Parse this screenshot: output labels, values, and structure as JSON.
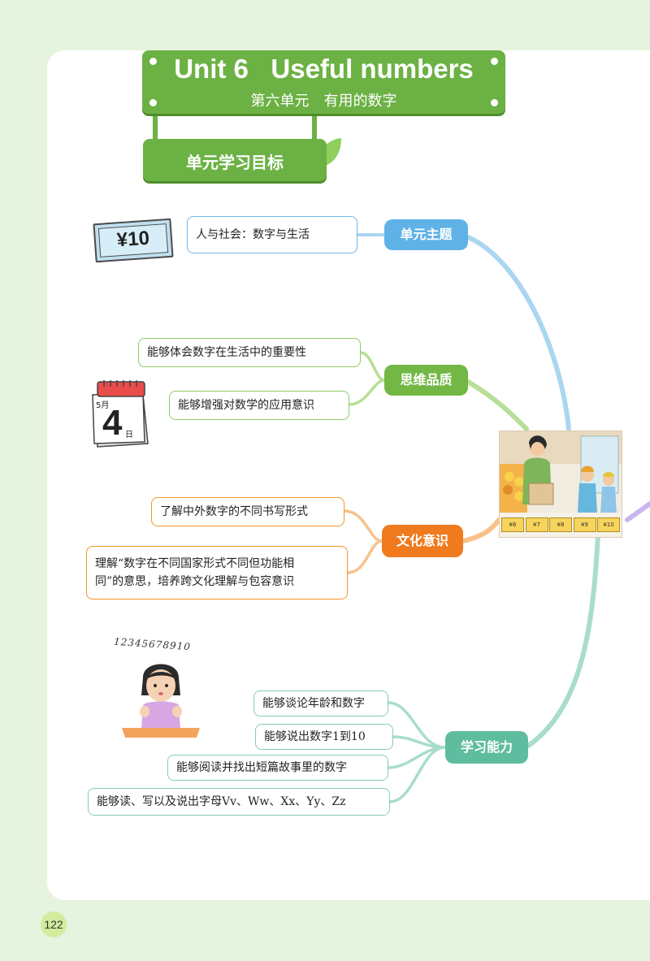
{
  "title": {
    "en": "Unit 6   Useful numbers",
    "zh": "第六单元　有用的数字"
  },
  "goal_banner": "单元学习目标",
  "branches": [
    {
      "label": "单元主题",
      "color": "#5fb2e6",
      "items": [
        "人与社会：数字与生活"
      ]
    },
    {
      "label": "思维品质",
      "color": "#73b845",
      "items": [
        "能够体会数字在生活中的重要性",
        "能够增强对数学的应用意识"
      ]
    },
    {
      "label": "文化意识",
      "color": "#f07a1e",
      "items": [
        "了解中外数字的不同书写形式",
        "理解“数字在不同国家形式不同但功能相",
        "同”的意思，培养跨文化理解与包容意识"
      ]
    },
    {
      "label": "学习能力",
      "color": "#5fbd9f",
      "items": [
        "能够谈论年龄和数字",
        "能够说出数字1到10",
        "能够阅读并找出短篇故事里的数字",
        "能够读、写以及说出字母Vv、Ww、Xx、Yy、Zz"
      ]
    }
  ],
  "illustrations": {
    "money_label": "¥10",
    "calendar_month": "5月",
    "calendar_day": "4",
    "calendar_day_unit": "日",
    "number_line": "12345678910",
    "price_tags": [
      "¥6",
      "¥7",
      "¥8",
      "¥9",
      "¥10"
    ]
  },
  "page_number": "122",
  "colors": {
    "page_background": "#e6f3de",
    "banner_green": "#6cb144",
    "line_blue": "#aad6f1",
    "line_green": "#b7df97",
    "line_orange": "#f9c18a",
    "line_teal": "#a9ddc9"
  }
}
